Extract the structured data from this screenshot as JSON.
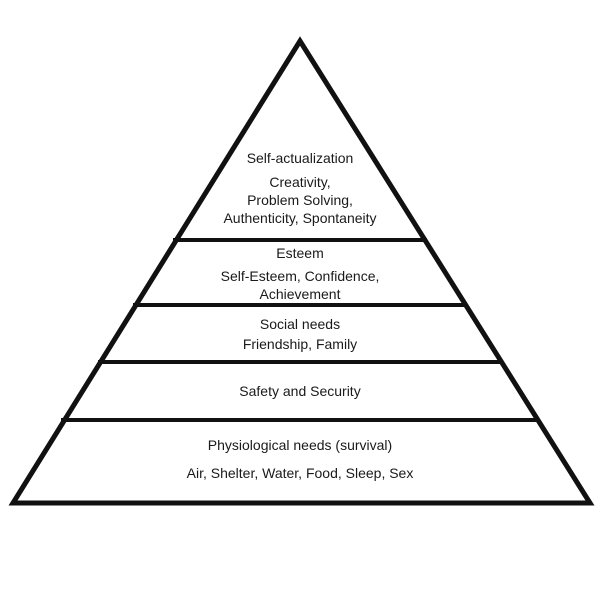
{
  "pyramid": {
    "type": "hierarchy-pyramid",
    "levels": [
      {
        "name": "Self-actualization",
        "details": [
          "Creativity,",
          "Problem Solving,",
          "Authenticity, Spontaneity"
        ]
      },
      {
        "name": "Esteem",
        "details": [
          "Self-Esteem, Confidence,",
          "Achievement"
        ]
      },
      {
        "name": "Social needs",
        "details": [
          "Friendship, Family"
        ]
      },
      {
        "name": "Safety and Security",
        "details": []
      },
      {
        "name": "Physiological needs (survival)",
        "details": [
          "Air, Shelter, Water, Food, Sleep, Sex"
        ]
      }
    ],
    "colors": {
      "outline": "#111111",
      "divider": "#111111",
      "text": "#1a1a1a",
      "background": "#ffffff"
    }
  }
}
